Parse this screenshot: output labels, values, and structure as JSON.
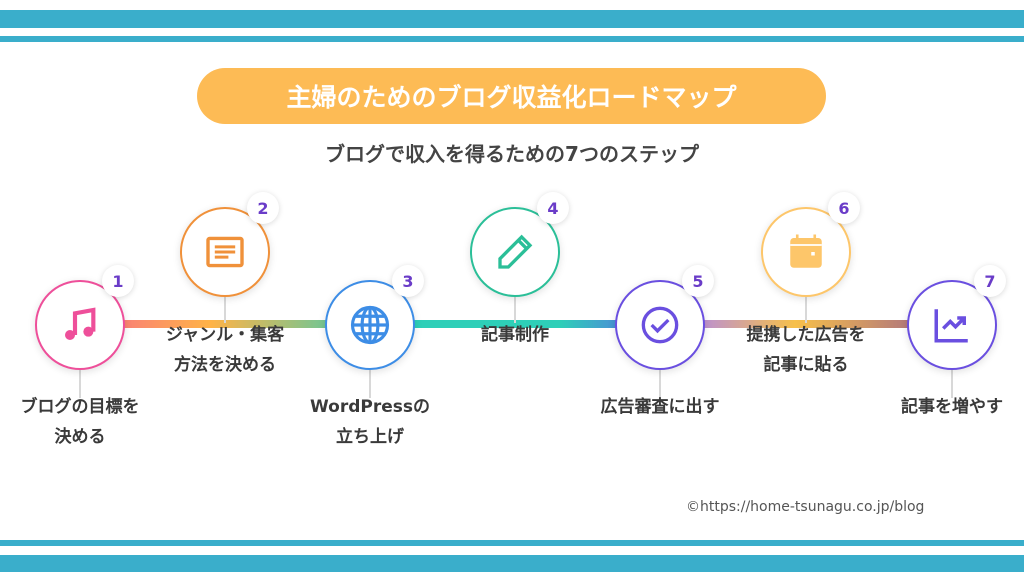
{
  "title": "主婦のためのブログ収益化ロードマップ",
  "subtitle": "ブログで収入を得るための7つのステップ",
  "steps": [
    {
      "number": "1",
      "line1": "ブログの目標を",
      "line2": "決める",
      "icon": "music-note-icon",
      "color": "#ee4f9a"
    },
    {
      "number": "2",
      "line1": "ジャンル・集客",
      "line2": "方法を決める",
      "icon": "document-icon",
      "color": "#f0913a"
    },
    {
      "number": "3",
      "line1": "WordPressの",
      "line2": "立ち上げ",
      "icon": "globe-icon",
      "color": "#3d8de6"
    },
    {
      "number": "4",
      "line1": "記事制作",
      "line2": "",
      "icon": "pencil-icon",
      "color": "#2bbf98"
    },
    {
      "number": "5",
      "line1": "広告審査に出す",
      "line2": "",
      "icon": "check-circle-icon",
      "color": "#6a4fe0"
    },
    {
      "number": "6",
      "line1": "提携した広告を",
      "line2": "記事に貼る",
      "icon": "calendar-icon",
      "color": "#fdc66a"
    },
    {
      "number": "7",
      "line1": "記事を増やす",
      "line2": "",
      "icon": "chart-up-icon",
      "color": "#6a4fe0"
    }
  ],
  "footer": "©https://home-tsunagu.co.jp/blog"
}
